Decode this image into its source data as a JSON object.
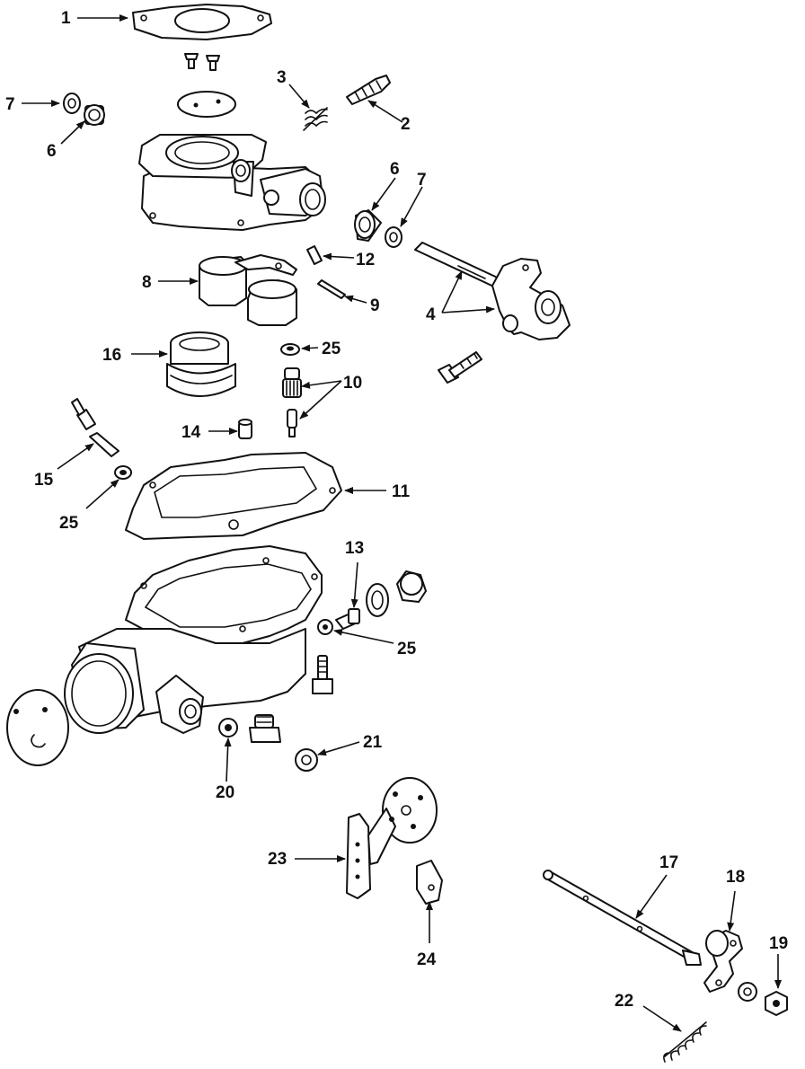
{
  "diagram": {
    "callouts": [
      {
        "id": "c1",
        "label": "1"
      },
      {
        "id": "c2",
        "label": "2"
      },
      {
        "id": "c3",
        "label": "3"
      },
      {
        "id": "c4",
        "label": "4"
      },
      {
        "id": "c5",
        "label": "6"
      },
      {
        "id": "c6",
        "label": "7"
      },
      {
        "id": "c7",
        "label": "6"
      },
      {
        "id": "c8",
        "label": "7"
      },
      {
        "id": "c9",
        "label": "8"
      },
      {
        "id": "c10",
        "label": "9"
      },
      {
        "id": "c11",
        "label": "10"
      },
      {
        "id": "c12",
        "label": "11"
      },
      {
        "id": "c13",
        "label": "12"
      },
      {
        "id": "c14",
        "label": "13"
      },
      {
        "id": "c15",
        "label": "14"
      },
      {
        "id": "c16",
        "label": "15"
      },
      {
        "id": "c17",
        "label": "16"
      },
      {
        "id": "c18",
        "label": "17"
      },
      {
        "id": "c19",
        "label": "18"
      },
      {
        "id": "c20",
        "label": "19"
      },
      {
        "id": "c21",
        "label": "20"
      },
      {
        "id": "c22",
        "label": "21"
      },
      {
        "id": "c23",
        "label": "22"
      },
      {
        "id": "c24",
        "label": "23"
      },
      {
        "id": "c25",
        "label": "24"
      },
      {
        "id": "c26",
        "label": "25"
      },
      {
        "id": "c27",
        "label": "25"
      },
      {
        "id": "c28",
        "label": "25"
      }
    ]
  }
}
